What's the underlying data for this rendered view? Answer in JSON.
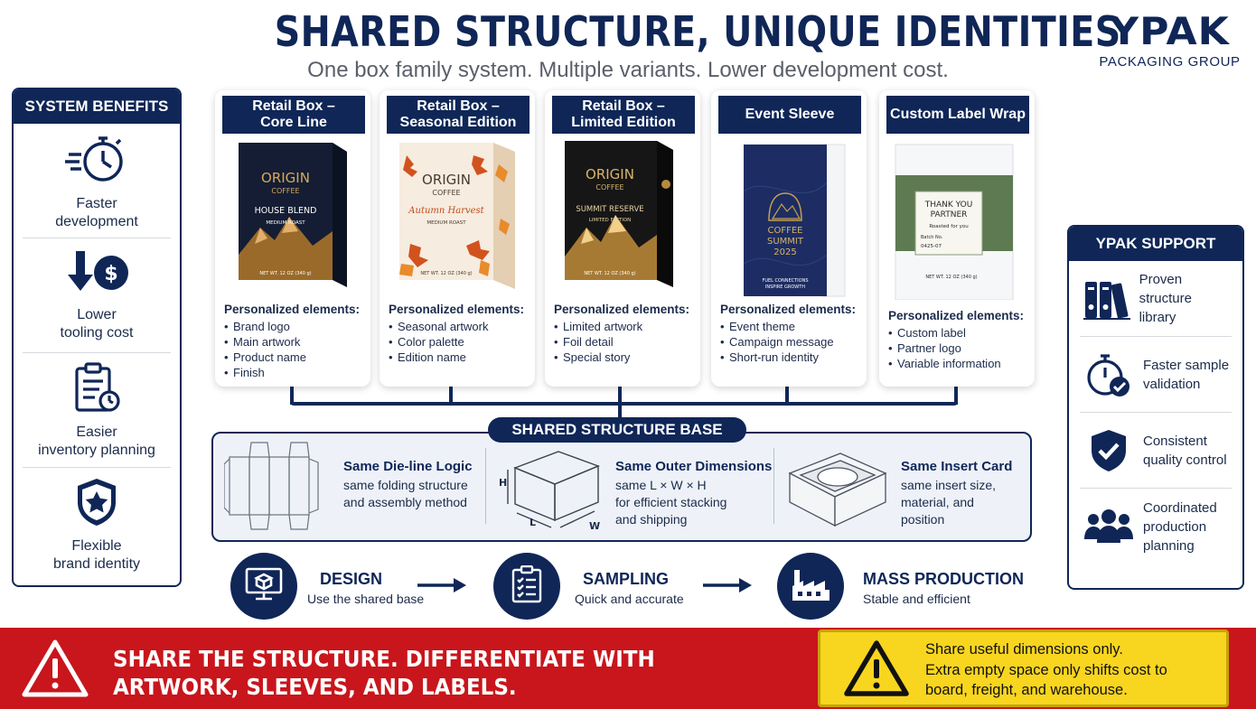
{
  "header": {
    "title": "SHARED STRUCTURE, UNIQUE IDENTITIES",
    "subtitle": "One box family system. Multiple variants. Lower development cost."
  },
  "logo": {
    "word": "YPAK",
    "sub": "PACKAGING GROUP"
  },
  "system_benefits": {
    "title": "SYSTEM BENEFITS",
    "items": [
      {
        "label": "Faster\ndevelopment",
        "icon": "stopwatch-icon"
      },
      {
        "label": "Lower\ntooling cost",
        "icon": "cost-down-icon"
      },
      {
        "label": "Easier\ninventory planning",
        "icon": "clipboard-clock-icon"
      },
      {
        "label": "Flexible\nbrand identity",
        "icon": "shield-star-icon"
      }
    ]
  },
  "variants": [
    {
      "title": "Retail Box –\nCore Line",
      "elements_title": "Personalized elements:",
      "elements": [
        "Brand logo",
        "Main artwork",
        "Product name",
        "Finish"
      ],
      "box": {
        "brand": "ORIGIN",
        "sub": "COFFEE",
        "name": "HOUSE BLEND",
        "roast": "MEDIUM ROAST",
        "weight": "NET WT. 12 OZ (340 g)"
      }
    },
    {
      "title": "Retail Box –\nSeasonal Edition",
      "elements_title": "Personalized elements:",
      "elements": [
        "Seasonal artwork",
        "Color palette",
        "Edition name"
      ],
      "box": {
        "brand": "ORIGIN",
        "sub": "COFFEE",
        "name": "Autumn Harvest",
        "roast": "MEDIUM ROAST",
        "weight": "NET WT. 12 OZ (340 g)"
      }
    },
    {
      "title": "Retail Box –\nLimited Edition",
      "elements_title": "Personalized elements:",
      "elements": [
        "Limited artwork",
        "Foil detail",
        "Special story"
      ],
      "box": {
        "brand": "ORIGIN",
        "sub": "COFFEE",
        "name": "SUMMIT RESERVE",
        "roast": "LIMITED EDITION",
        "weight": "NET WT. 12 OZ (340 g)"
      }
    },
    {
      "title": "Event Sleeve",
      "elements_title": "Personalized elements:",
      "elements": [
        "Event theme",
        "Campaign message",
        "Short-run identity"
      ],
      "box": {
        "brand": "COFFEE",
        "sub": "SUMMIT",
        "name": "2025",
        "roast": "FUEL CONNECTIONS",
        "weight": "INSPIRE GROWTH"
      }
    },
    {
      "title": "Custom Label Wrap",
      "elements_title": "Personalized elements:",
      "elements": [
        "Custom label",
        "Partner logo",
        "Variable information"
      ],
      "box": {
        "brand": "THANK YOU",
        "sub": "PARTNER",
        "name": "Roasted for you",
        "roast": "Batch No.",
        "batch": "0425-07",
        "weight": "NET WT. 12 OZ (340 g)"
      }
    }
  ],
  "shared_base": {
    "title": "SHARED STRUCTURE BASE",
    "items": [
      {
        "title": "Same Die-line Logic",
        "desc": "same folding structure\nand assembly method"
      },
      {
        "title": "Same Outer Dimensions",
        "desc": "same L × W × H\nfor efficient stacking\nand shipping",
        "dims": {
          "h": "H",
          "l": "L",
          "w": "W"
        }
      },
      {
        "title": "Same Insert Card",
        "desc": "same insert size,\nmaterial, and\nposition"
      }
    ]
  },
  "steps": [
    {
      "title": "DESIGN",
      "desc": "Use the shared base",
      "icon": "monitor-box-icon"
    },
    {
      "title": "SAMPLING",
      "desc": "Quick and accurate",
      "icon": "clipboard-check-icon"
    },
    {
      "title": "MASS PRODUCTION",
      "desc": "Stable and efficient",
      "icon": "factory-icon"
    }
  ],
  "ypak_support": {
    "title": "YPAK SUPPORT",
    "items": [
      {
        "label": "Proven structure\nlibrary",
        "icon": "binders-icon"
      },
      {
        "label": "Faster sample\nvalidation",
        "icon": "stopwatch-check-icon"
      },
      {
        "label": "Consistent\nquality control",
        "icon": "shield-check-icon"
      },
      {
        "label": "Coordinated\nproduction\nplanning",
        "icon": "team-icon"
      }
    ]
  },
  "banner": {
    "text": "SHARE THE STRUCTURE. DIFFERENTIATE WITH\nARTWORK, SLEEVES, AND LABELS.",
    "note": "Share useful dimensions only.\nExtra empty space only shifts cost to\nboard, freight, and warehouse."
  },
  "colors": {
    "navy": "#0f2657",
    "red": "#c8161c",
    "yellow": "#f8d51f"
  }
}
